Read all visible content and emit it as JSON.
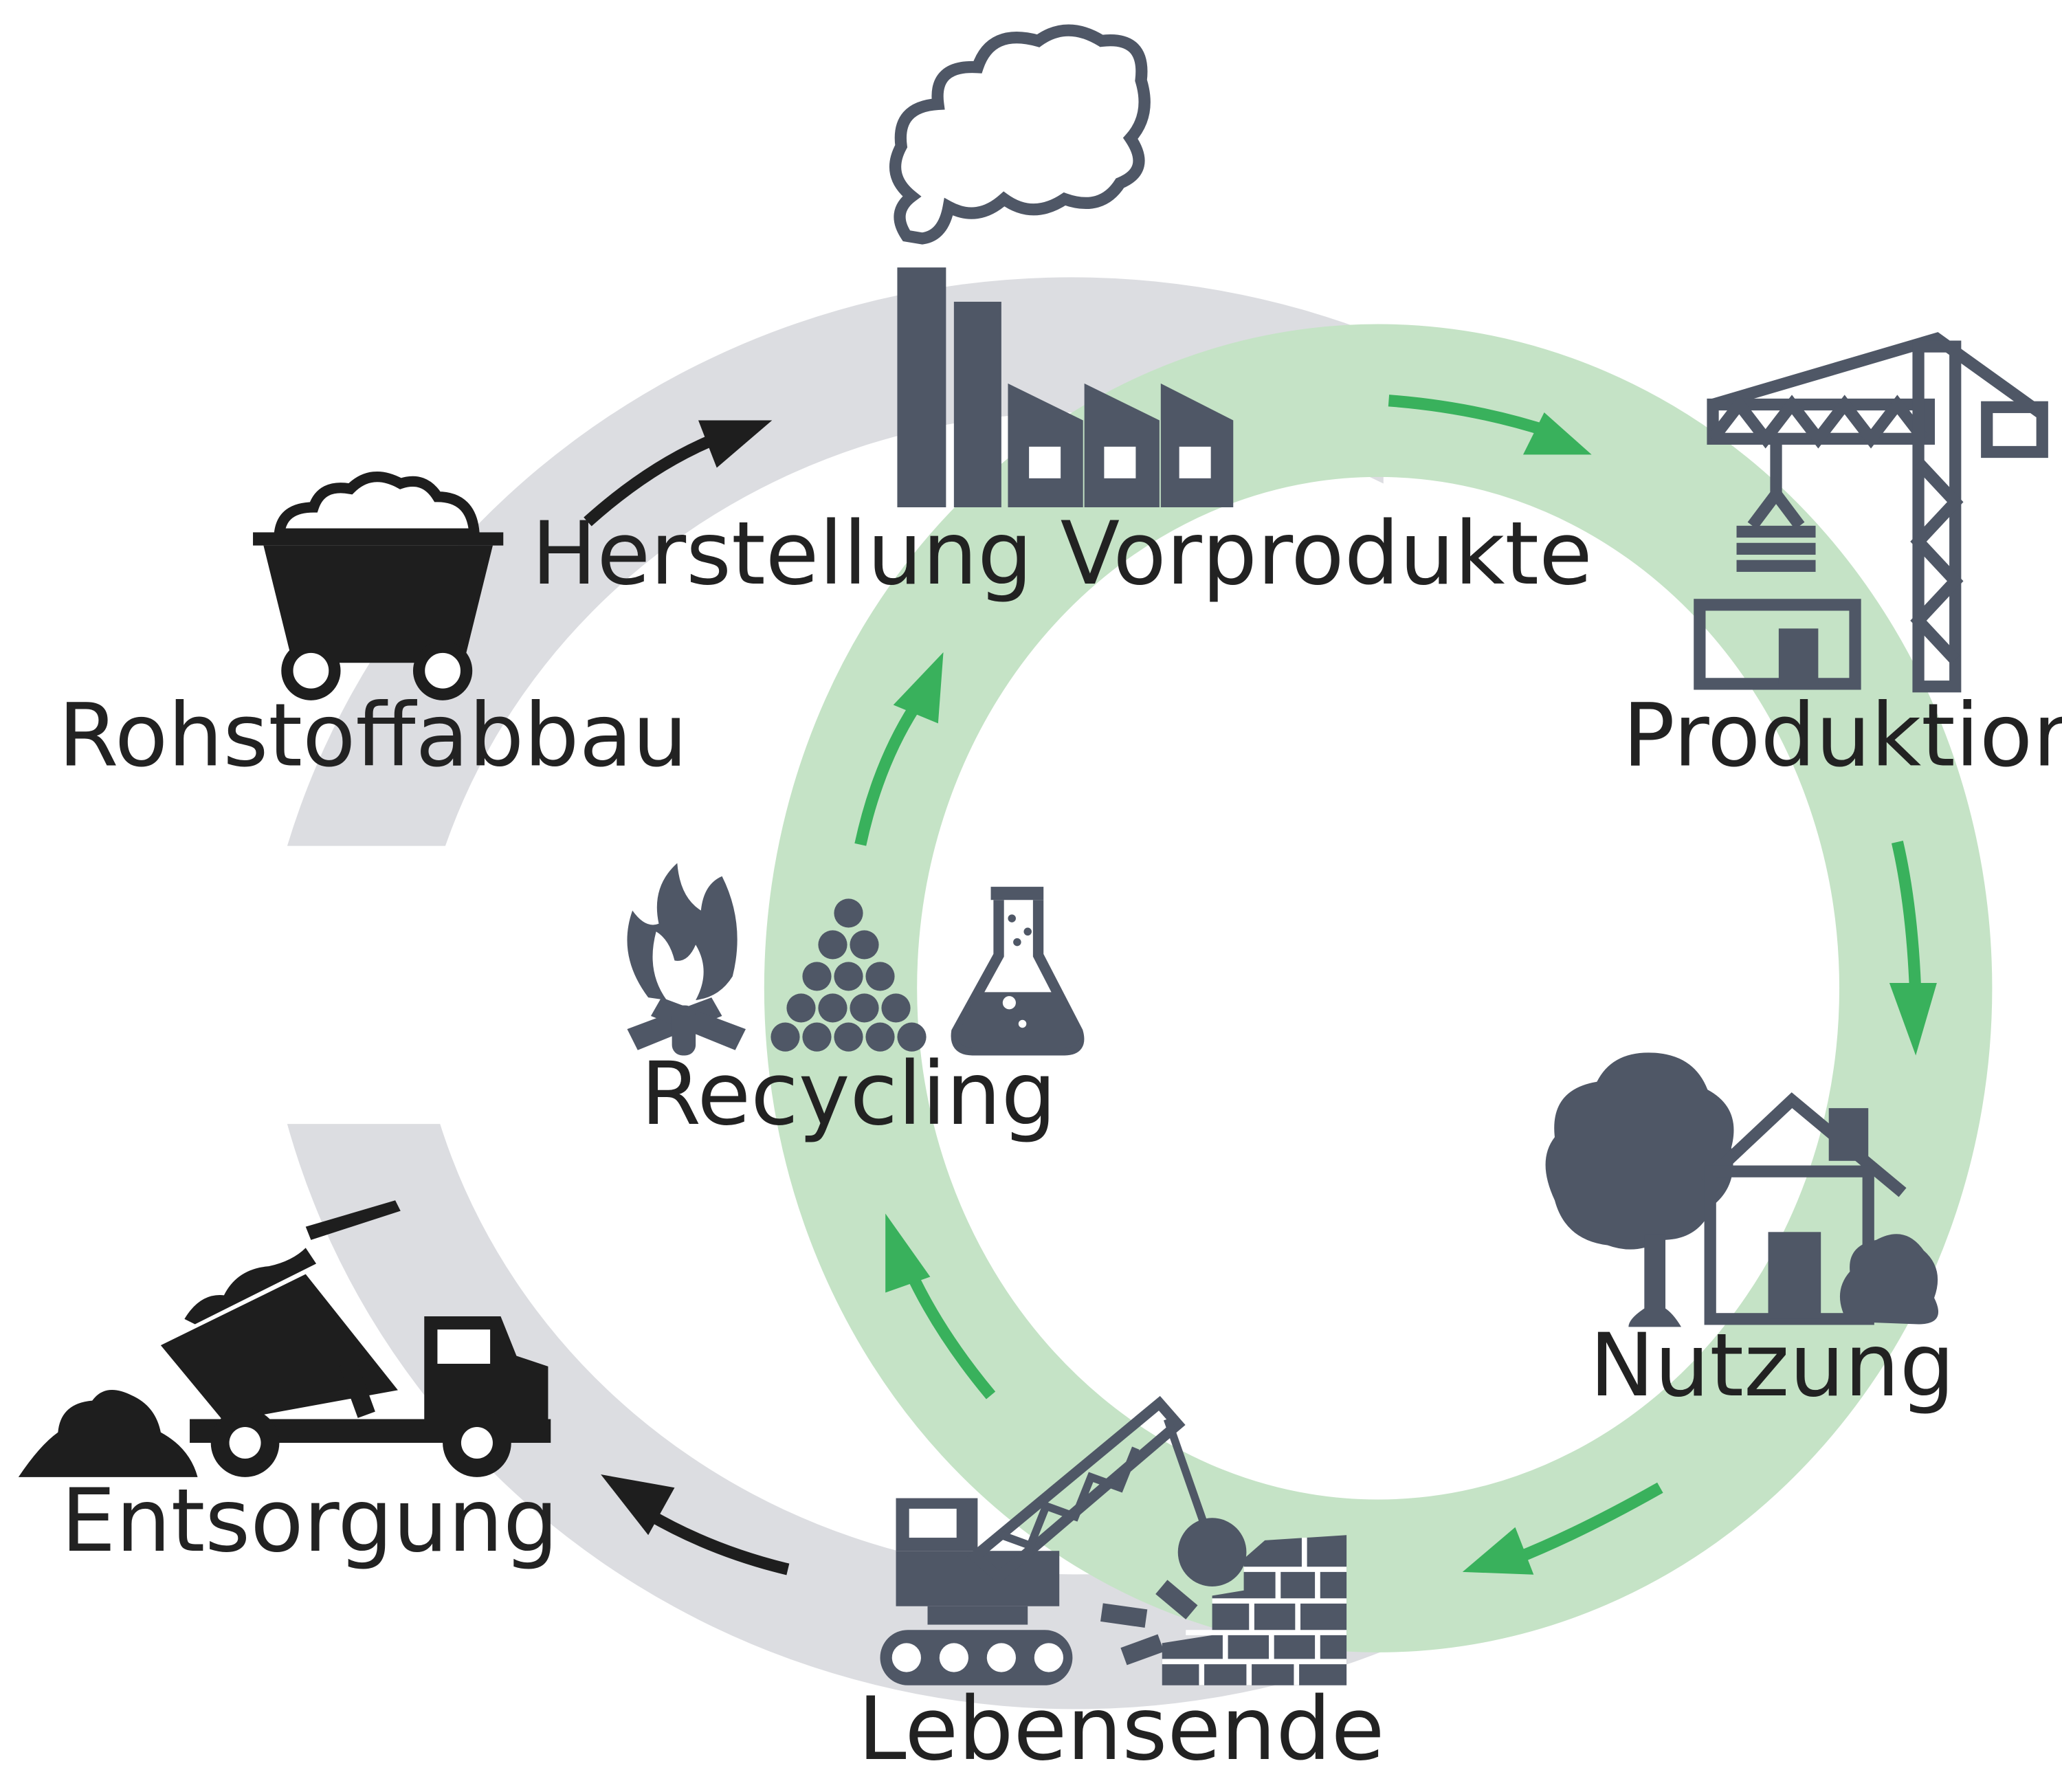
{
  "colors": {
    "outer_ring": "#dcdde1",
    "inner_ring": "#c5e3c6",
    "green_arrow": "#39b15c",
    "black_arrow": "#1e1e1e",
    "icon_slate": "#4f5766",
    "icon_black": "#1e1e1e",
    "label_text": "#222222"
  },
  "stages": {
    "rohstoffabbau": {
      "label": "Rohstoffabbau",
      "icon": "mine-cart-icon"
    },
    "herstellung": {
      "label": "Herstellung Vorprodukte",
      "icon": "factory-icon"
    },
    "produktion": {
      "label": "Produktion",
      "icon": "crane-icon"
    },
    "nutzung": {
      "label": "Nutzung",
      "icon": "house-tree-icon"
    },
    "lebensende": {
      "label": "Lebensende",
      "icon": "demolition-crane-icon"
    },
    "recycling": {
      "label": "Recycling",
      "icons": [
        "fire-icon",
        "spheres-pyramid-icon",
        "lab-flask-icon"
      ]
    },
    "entsorgung": {
      "label": "Entsorgung",
      "icon": "dump-truck-icon"
    }
  }
}
